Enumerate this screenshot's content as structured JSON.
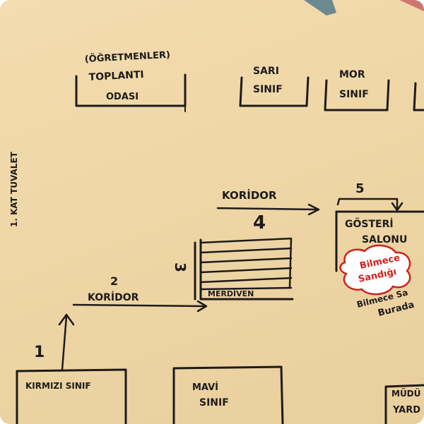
{
  "rooms": {
    "teachers_room": {
      "line1": "(ÖĞRETMENLER)",
      "line2": "TOPLANTI",
      "line3": "ODASI"
    },
    "yellow_class": {
      "line1": "SARI",
      "line2": "SINIF"
    },
    "purple_class": {
      "line1": "MOR",
      "line2": "SINIF"
    },
    "red_class": {
      "label": "KIRMIZI SINIF"
    },
    "blue_class": {
      "line1": "MAVİ",
      "line2": "SINIF"
    },
    "principal_room": {
      "line1": "MÜDÜ",
      "line2": "YARD"
    },
    "show_hall": {
      "line1": "GÖSTERİ",
      "line2": "SALONU"
    },
    "stairs": {
      "label": "MERDİVEN"
    }
  },
  "left_margin": {
    "text": "1. KAT TUVALET"
  },
  "route": {
    "step1": "1",
    "step2": "2",
    "step2_label": "KORİDOR",
    "step3": "3",
    "step4": "4",
    "step4_label": "KORİDOR",
    "step5": "5"
  },
  "riddle_box": {
    "line1": "Bilmece",
    "line2": "Sandığı"
  },
  "note": {
    "line1": "Bilmece Sa",
    "line2": "Burada"
  },
  "colors": {
    "paper": "#efd6a6",
    "marker": "#1d1b1a",
    "red_marker": "#d0201d"
  }
}
